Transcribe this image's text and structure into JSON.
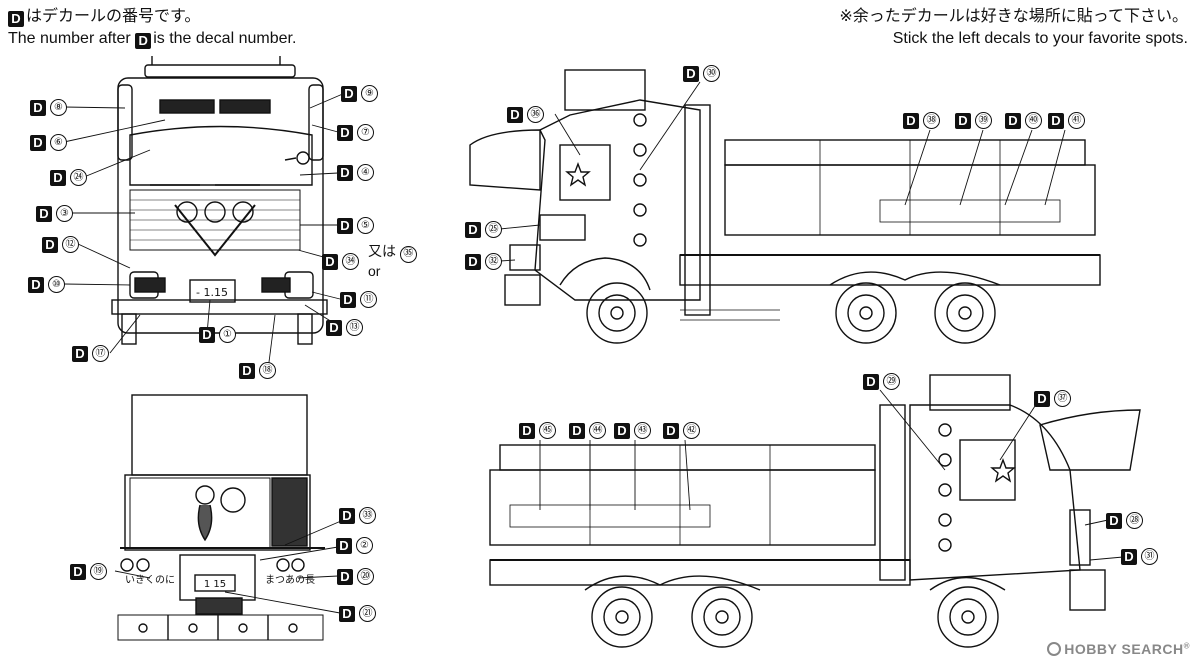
{
  "notes": {
    "left_jp": "はデカールの番号です。",
    "left_en_before": "The number after",
    "left_en_after": "is the decal number.",
    "right_jp": "※余ったデカールは好きな場所に貼って下さい。",
    "right_en": "Stick the left decals to your favorite spots."
  },
  "marker": "D",
  "front_view": {
    "plate": "- 1.15",
    "callouts": [
      {
        "id": "d8",
        "num": "⑧"
      },
      {
        "id": "d9",
        "num": "⑨"
      },
      {
        "id": "d6",
        "num": "⑥"
      },
      {
        "id": "d7",
        "num": "⑦"
      },
      {
        "id": "d24",
        "num": "㉔"
      },
      {
        "id": "d4",
        "num": "④"
      },
      {
        "id": "d3",
        "num": "③"
      },
      {
        "id": "d5",
        "num": "⑤"
      },
      {
        "id": "d12",
        "num": "⑫"
      },
      {
        "id": "d34",
        "num": "㉞"
      },
      {
        "id": "d10",
        "num": "⑩"
      },
      {
        "id": "d11",
        "num": "⑪"
      },
      {
        "id": "d1",
        "num": "①"
      },
      {
        "id": "d13",
        "num": "⑬"
      },
      {
        "id": "d17",
        "num": "⑰"
      },
      {
        "id": "d18",
        "num": "⑱"
      }
    ],
    "alt_jp": "又は",
    "alt_en": "or",
    "alt_num": "㉟"
  },
  "rear_view": {
    "plate": "1 15",
    "left_lamp_text": "いきくのに",
    "right_lamp_text": "まつあの長",
    "callouts": [
      {
        "id": "d33",
        "num": "㉝"
      },
      {
        "id": "d2",
        "num": "②"
      },
      {
        "id": "d19",
        "num": "⑲"
      },
      {
        "id": "d20",
        "num": "⑳"
      },
      {
        "id": "d21",
        "num": "㉑"
      }
    ]
  },
  "side_top": {
    "callouts": [
      {
        "id": "d30",
        "num": "㉚"
      },
      {
        "id": "d36",
        "num": "㊱"
      },
      {
        "id": "d38",
        "num": "㊳"
      },
      {
        "id": "d39",
        "num": "㊴"
      },
      {
        "id": "d40",
        "num": "㊵"
      },
      {
        "id": "d41",
        "num": "㊶"
      },
      {
        "id": "d25",
        "num": "㉕"
      },
      {
        "id": "d32",
        "num": "㉜"
      }
    ]
  },
  "side_bottom": {
    "callouts": [
      {
        "id": "d29",
        "num": "㉙"
      },
      {
        "id": "d37",
        "num": "㊲"
      },
      {
        "id": "d45",
        "num": "㊺"
      },
      {
        "id": "d44",
        "num": "㊹"
      },
      {
        "id": "d43",
        "num": "㊸"
      },
      {
        "id": "d42",
        "num": "㊷"
      },
      {
        "id": "d28",
        "num": "㉘"
      },
      {
        "id": "d31",
        "num": "㉛"
      }
    ]
  },
  "watermark": {
    "name": "HOBBY SEARCH"
  }
}
